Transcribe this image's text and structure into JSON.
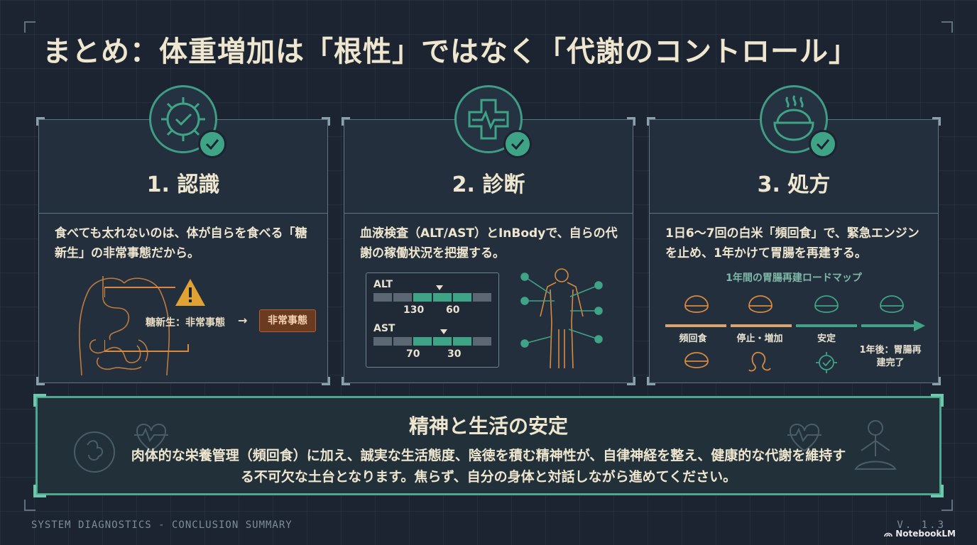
{
  "title": "まとめ：体重増加は「根性」ではなく「代謝のコントロール」",
  "cards": [
    {
      "title": "1. 認識",
      "icon": "gear-check-icon",
      "body": "食べても太れないのは、体が自らを食べる「糖新生」の非常事態だから。",
      "diagram": {
        "label": "糖新生：非常事態",
        "arrow": "→",
        "badge": "非常事態"
      }
    },
    {
      "title": "2. 診断",
      "icon": "medical-cross-pulse-icon",
      "body": "血液検査（ALT/AST）とInBodyで、自らの代謝の稼働状況を把握する。",
      "labs": [
        {
          "name": "ALT",
          "low": "130",
          "high": "60"
        },
        {
          "name": "AST",
          "low": "70",
          "high": "30"
        }
      ]
    },
    {
      "title": "3. 処方",
      "icon": "rice-bowl-icon",
      "body": "1日6〜7回の白米「頻回食」で、緊急エンジンを止め、1年かけて胃腸を再建する。",
      "roadmap": {
        "title": "1年間の胃腸再建ロードマップ",
        "stages": [
          "頻回食",
          "停止・増加",
          "安定",
          "1年後：胃腸再建完了"
        ]
      }
    }
  ],
  "bottom": {
    "title": "精神と生活の安定",
    "body": "肉体的な栄養管理（頻回食）に加え、誠実な生活態度、陰徳を積む精神性が、自律神経を整え、健康的な代謝を維持する不可欠な土台となります。焦らず、自分の身体と対話しながら進めてください。"
  },
  "footer": {
    "left": "SYSTEM DIAGNOSTICS - CONCLUSION SUMMARY",
    "version": "V. 1.3",
    "brand": "NotebookLM"
  },
  "colors": {
    "background": "#1b2430",
    "accent_green": "#3fa386",
    "accent_orange": "#d98a3f",
    "text": "#efe6cf"
  }
}
